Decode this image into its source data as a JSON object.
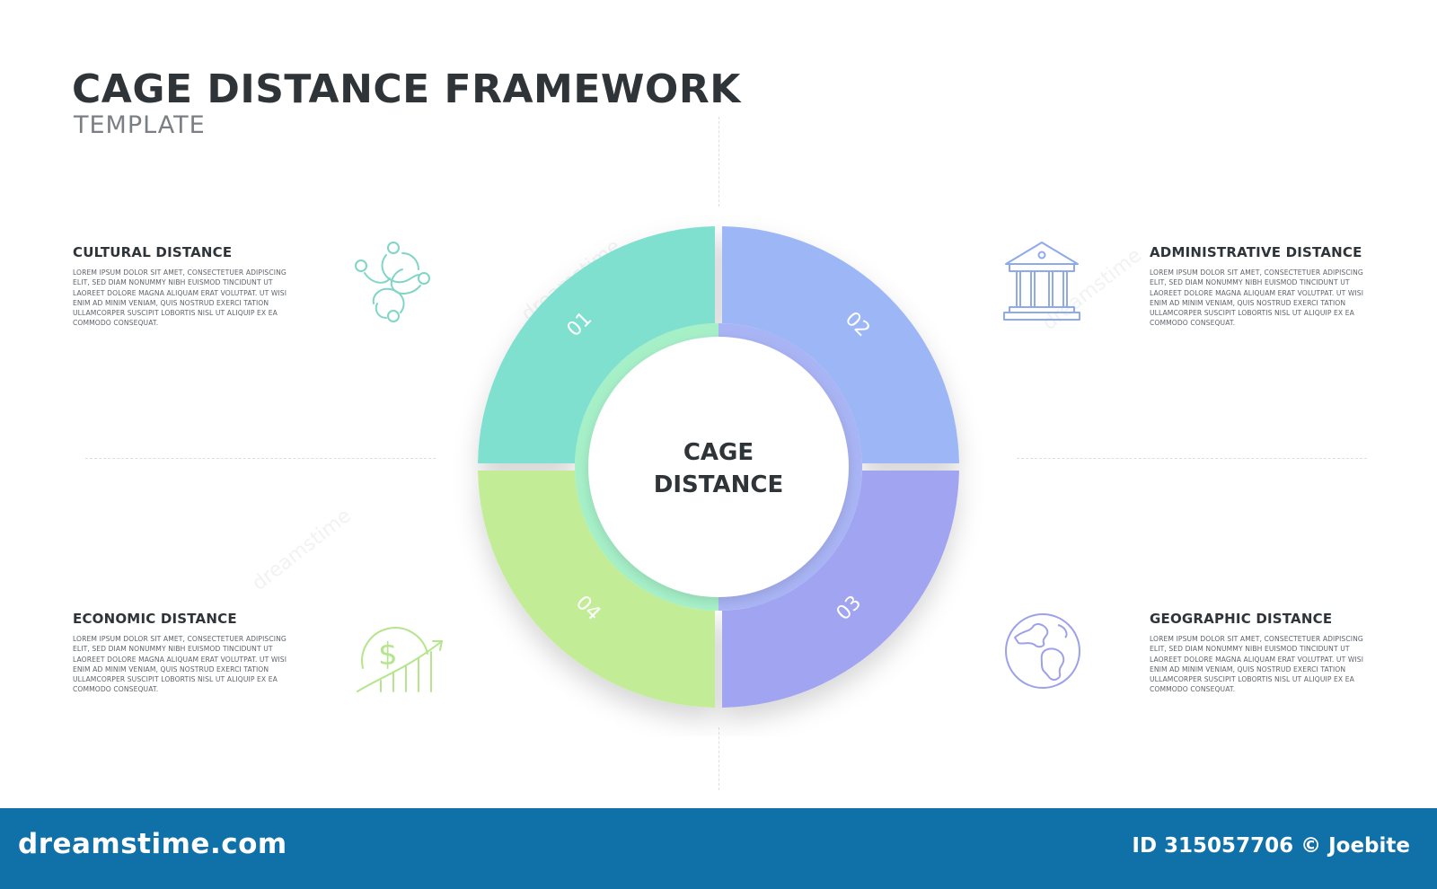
{
  "header": {
    "title": "CAGE DISTANCE FRAMEWORK",
    "subtitle": "TEMPLATE"
  },
  "center": {
    "line1": "CAGE",
    "line2": "DISTANCE"
  },
  "segments": [
    {
      "number": "01",
      "color": "#7fe0cf"
    },
    {
      "number": "02",
      "color": "#9db6f6"
    },
    {
      "number": "03",
      "color": "#a1a4f0"
    },
    {
      "number": "04",
      "color": "#c3ec96"
    }
  ],
  "items": [
    {
      "title": "CULTURAL DISTANCE",
      "body": "LOREM IPSUM DOLOR SIT AMET, CONSECTETUER ADIPISCING ELIT, SED DIAM NONUMMY NIBH EUISMOD TINCIDUNT UT LAOREET DOLORE MAGNA ALIQUAM ERAT VOLUTPAT. UT WISI ENIM AD MINIM VENIAM, QUIS NOSTRUD EXERCI TATION ULLAMCORPER SUSCIPIT LOBORTIS NISL UT ALIQUIP EX EA COMMODO CONSEQUAT.",
      "icon": "people-circle-icon"
    },
    {
      "title": "ADMINISTRATIVE DISTANCE",
      "body": "LOREM IPSUM DOLOR SIT AMET, CONSECTETUER ADIPISCING ELIT, SED DIAM NONUMMY NIBH EUISMOD TINCIDUNT UT LAOREET DOLORE MAGNA ALIQUAM ERAT VOLUTPAT. UT WISI ENIM AD MINIM VENIAM, QUIS NOSTRUD EXERCI TATION ULLAMCORPER SUSCIPIT LOBORTIS NISL UT ALIQUIP EX EA COMMODO CONSEQUAT.",
      "icon": "government-building-icon"
    },
    {
      "title": "ECONOMIC DISTANCE",
      "body": "LOREM IPSUM DOLOR SIT AMET, CONSECTETUER ADIPISCING ELIT, SED DIAM NONUMMY NIBH EUISMOD TINCIDUNT UT LAOREET DOLORE MAGNA ALIQUAM ERAT VOLUTPAT. UT WISI ENIM AD MINIM VENIAM, QUIS NOSTRUD EXERCI TATION ULLAMCORPER SUSCIPIT LOBORTIS NISL UT ALIQUIP EX EA COMMODO CONSEQUAT.",
      "icon": "dollar-growth-icon"
    },
    {
      "title": "GEOGRAPHIC DISTANCE",
      "body": "LOREM IPSUM DOLOR SIT AMET, CONSECTETUER ADIPISCING ELIT, SED DIAM NONUMMY NIBH EUISMOD TINCIDUNT UT LAOREET DOLORE MAGNA ALIQUAM ERAT VOLUTPAT. UT WISI ENIM AD MINIM VENIAM, QUIS NOSTRUD EXERCI TATION ULLAMCORPER SUSCIPIT LOBORTIS NISL UT ALIQUIP EX EA COMMODO CONSEQUAT.",
      "icon": "globe-icon"
    }
  ],
  "footer": {
    "brand": "dreamstime.com",
    "id_text": "ID 315057706 © Joebite",
    "background": "#1070a8"
  },
  "watermark": "dreamstime"
}
